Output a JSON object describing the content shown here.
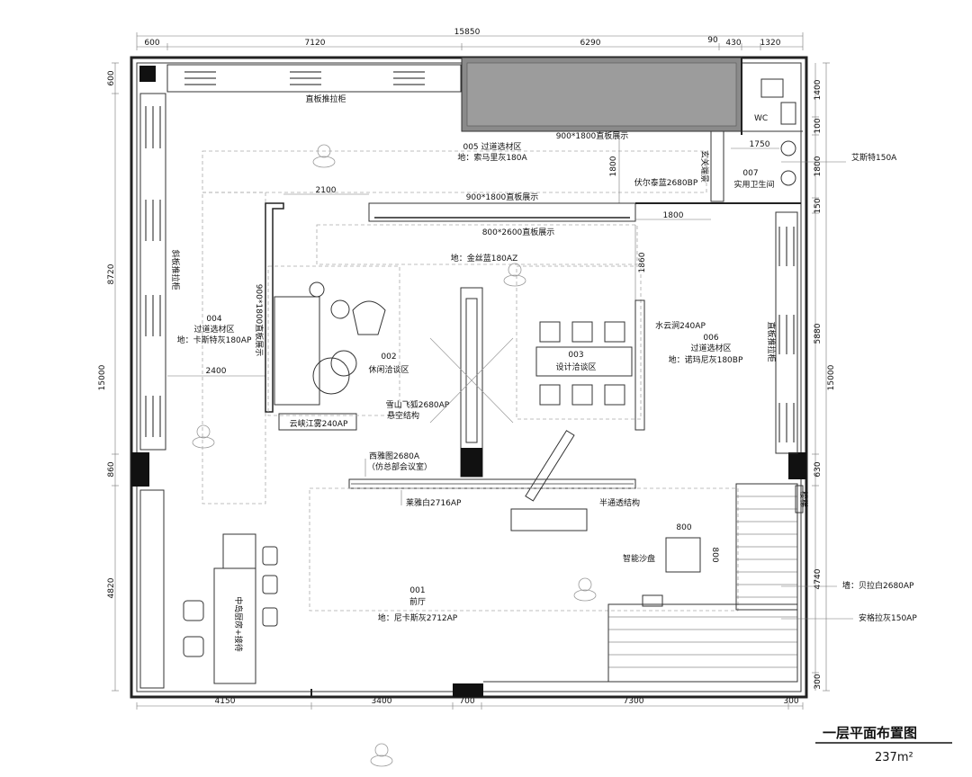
{
  "title": "一层平面布置图",
  "area": "237m²",
  "dims_top": [
    "15850",
    "600",
    "7120",
    "6290",
    "90",
    "430",
    "1320"
  ],
  "dims_bottom": [
    "4150",
    "3400",
    "700",
    "7300",
    "300"
  ],
  "dims_left": [
    "600",
    "8720",
    "15000",
    "860",
    "4820"
  ],
  "dims_right": [
    "1400",
    "100",
    "1800",
    "150",
    "5880",
    "15000",
    "630",
    "4740",
    "300"
  ],
  "dims_inner": [
    "2100",
    "1800",
    "1750",
    "1800",
    "1860",
    "2400",
    "800",
    "800"
  ],
  "labels": {
    "cabinet_top": "直板推拉柜",
    "display_top": "900*1800直板展示",
    "zone005": "005 过道选材区",
    "zone005_floor": "地：索马里灰180A",
    "display_mid": "900*1800直板展示",
    "display_mid2": "800*2600直板展示",
    "floor_center": "地：金丝蓝180AZ",
    "volt_wall": "伏尔泰蓝2680BP",
    "door_area": "玄关端景",
    "wc": "WC",
    "zone007_no": "007",
    "zone007": "实用卫生间",
    "wall_right_top": "艾斯特150A",
    "cabinet_left": "斜板推拉柜",
    "display_left": "900*1800直板展示",
    "zone004_no": "004",
    "zone004": "过道选材区",
    "zone004_floor": "地：卡斯特灰180AP",
    "zone002_no": "002",
    "zone002": "休闲洽谈区",
    "yunxia": "云峡江雾240AP",
    "xueshan": "雪山飞狐2680AP",
    "xuankong": "悬空结构",
    "zone003_no": "003",
    "zone003": "设计洽谈区",
    "shuiyun": "水云涧240AP",
    "zone006_no": "006",
    "zone006": "过道选材区",
    "zone006_floor": "地：诺玛尼灰180BP",
    "cabinet_right": "直板推拉柜",
    "xiyatu": "西雅图2680A",
    "xiyatu_sub": "（仿总部会议室）",
    "laiyabai": "莱雅白2716AP",
    "bantong": "半通透结构",
    "shapan": "智能沙盘",
    "zone001_no": "001",
    "zone001": "前厅",
    "zone001_floor": "地：尼卡斯灰2712AP",
    "island": "中岛厨房+接待",
    "wall_right_mid": "墙：贝拉白2680AP",
    "wall_right_bot": "安格拉灰150AP",
    "stairs_mark": "楼梯"
  }
}
